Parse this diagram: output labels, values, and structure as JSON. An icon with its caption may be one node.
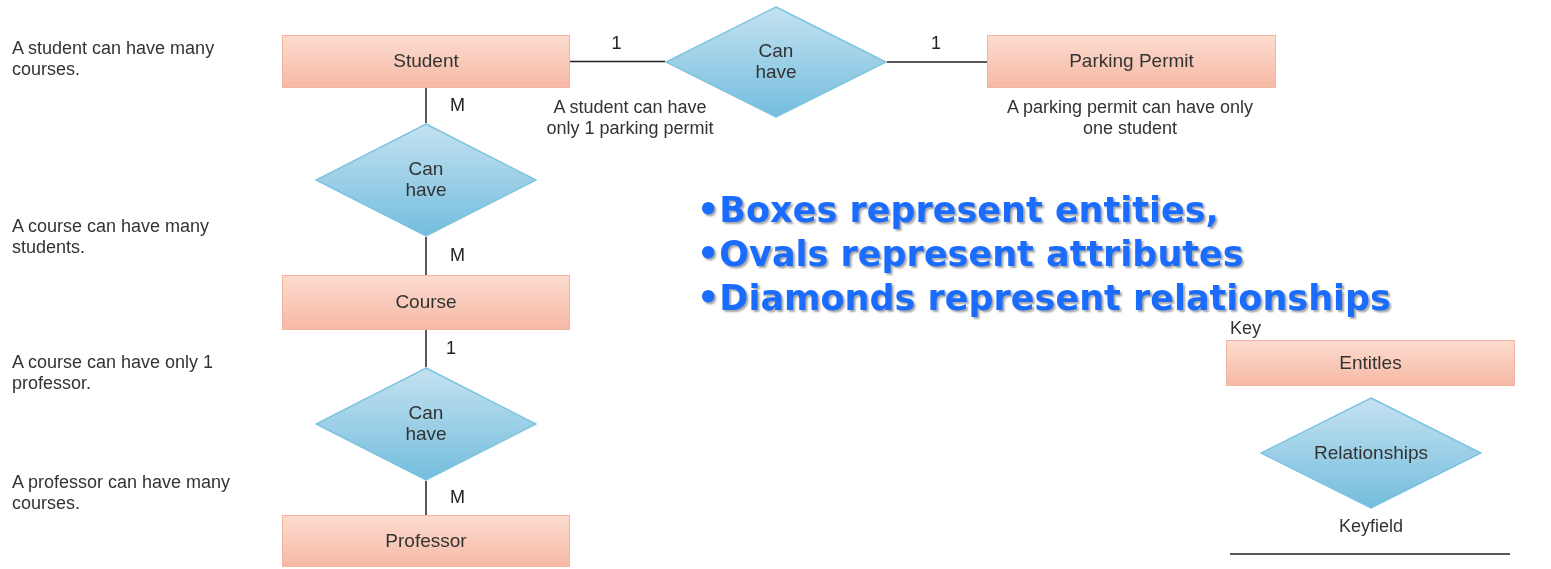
{
  "diagram": {
    "nodes": [
      {
        "text": [
          "Student"
        ]
      },
      {
        "text": [
          "Can have"
        ]
      },
      {
        "text": [
          "Parking Permit"
        ]
      },
      {
        "text": [
          "Can have"
        ]
      },
      {
        "text": [
          "Course"
        ]
      },
      {
        "text": [
          "Can have"
        ]
      },
      {
        "text": [
          "Professor"
        ]
      },
      {
        "text": [
          "Entitles"
        ]
      },
      {
        "text": [
          "Relationships"
        ]
      }
    ],
    "edges": [
      {
        "from": 0,
        "to": 1,
        "arrow": "none",
        "label": "1"
      },
      {
        "from": 1,
        "to": 2,
        "arrow": "none",
        "label": "1"
      },
      {
        "from": 0,
        "to": 3,
        "arrow": "none",
        "label": "M"
      },
      {
        "from": 3,
        "to": 4,
        "arrow": "none",
        "label": "M"
      },
      {
        "from": 4,
        "to": 5,
        "arrow": "none",
        "label": "1"
      },
      {
        "from": 5,
        "to": 6,
        "arrow": "none",
        "label": "M"
      }
    ],
    "labels": [
      "A student can have many courses.",
      "A student can have only 1 parking permit",
      "A parking permit can have only one student",
      "A course can have many students.",
      "A course can have only 1 professor.",
      "A professor can have many courses.",
      "•Boxes represent entities,",
      "•Ovals represent attributes",
      "•Diamonds represent relationships",
      "Key",
      "Keyfield"
    ]
  }
}
